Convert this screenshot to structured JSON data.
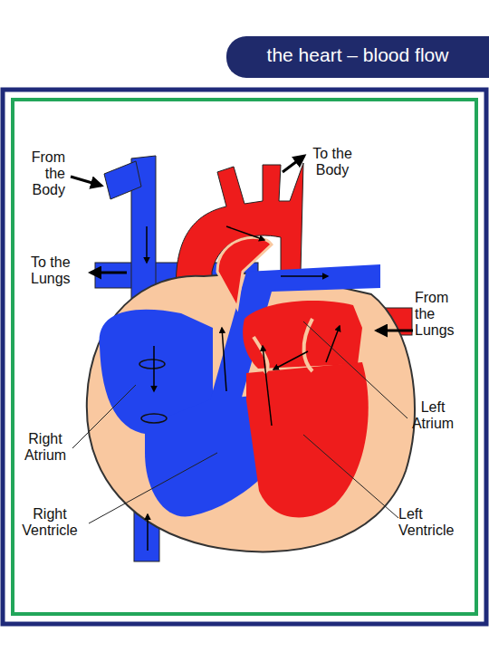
{
  "diagram": {
    "title": "the heart – blood flow",
    "labels": [
      "From the Body",
      "To the Body",
      "To the Lungs",
      "From the Lungs",
      "Left Atrium",
      "Right Atrium",
      "Right Ventricle",
      "Left Ventricle"
    ]
  }
}
